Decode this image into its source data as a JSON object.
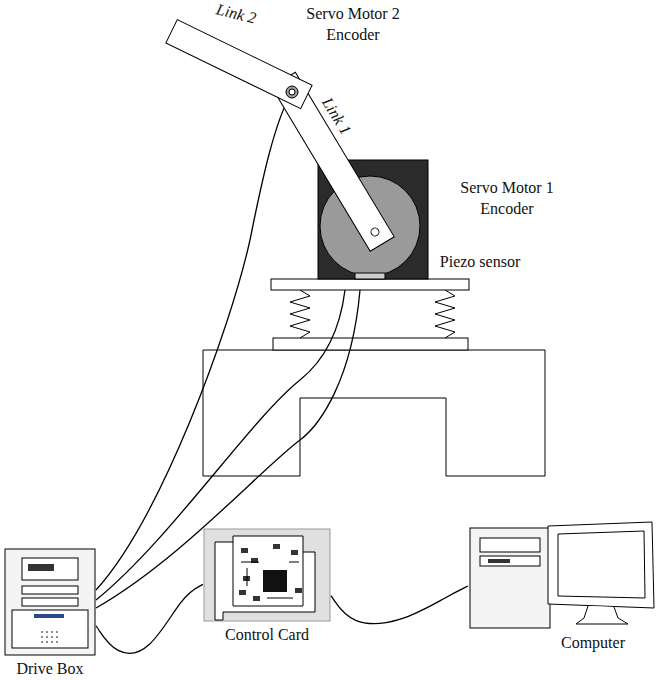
{
  "diagram": {
    "nodes": [
      {
        "text": [
          "Drive Box"
        ]
      },
      {
        "text": [
          "Control Card"
        ]
      },
      {
        "text": [
          "Computer"
        ]
      }
    ],
    "edges": [
      {
        "from": 0,
        "to": 1,
        "arrow": "none"
      },
      {
        "from": 1,
        "to": 2,
        "arrow": "none"
      }
    ],
    "labels": [
      "Link 2",
      "Link 1",
      "Servo Motor 2 Encoder",
      "Servo Motor 1 Encoder",
      "Piezo sensor"
    ]
  }
}
